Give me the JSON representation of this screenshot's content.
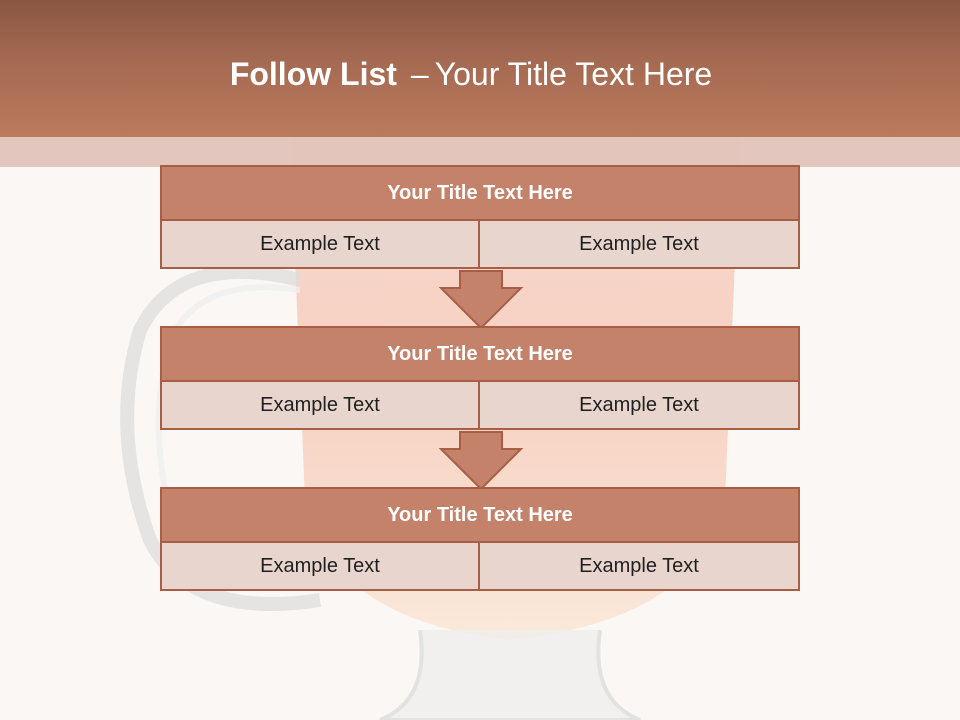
{
  "slide": {
    "title_bold": "Follow List",
    "title_dash": "–",
    "title_rest": "Your Title Text Here"
  },
  "steps": [
    {
      "title": "Your Title Text Here",
      "left": "Example Text",
      "right": "Example Text"
    },
    {
      "title": "Your Title Text Here",
      "left": "Example Text",
      "right": "Example Text"
    },
    {
      "title": "Your Title Text Here",
      "left": "Example Text",
      "right": "Example Text"
    }
  ],
  "colors": {
    "header": "#a56a52",
    "box_title": "#c4826a",
    "box_cell": "#e8d5cd",
    "border": "#a85e45"
  }
}
